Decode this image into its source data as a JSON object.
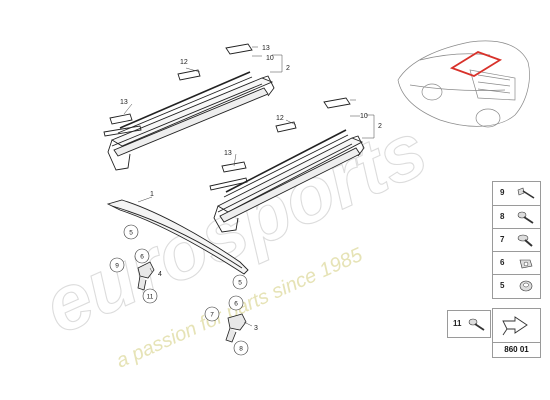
{
  "watermark": {
    "brand": "eurosports",
    "tagline": "a passion for parts since 1985"
  },
  "callouts": {
    "rail_upper": {
      "c13": "13",
      "c12": "12",
      "c10": "10",
      "c2": "2",
      "c13b": "13"
    },
    "rail_lower": {
      "c12": "12",
      "c10": "10",
      "c2": "2",
      "c13": "13"
    },
    "roof_strip": {
      "c1": "1"
    },
    "bracket_left": {
      "c4": "4"
    },
    "bracket_right": {
      "c3": "3"
    },
    "circles": {
      "a5": "5",
      "a6": "6",
      "a9": "9",
      "a11": "11",
      "b5": "5",
      "b6": "6",
      "b7": "7",
      "b8": "8"
    }
  },
  "legend": {
    "items": [
      {
        "num": "9",
        "icon": "screw-icon"
      },
      {
        "num": "8",
        "icon": "bolt-icon"
      },
      {
        "num": "7",
        "icon": "flat-bolt-icon"
      },
      {
        "num": "6",
        "icon": "clip-nut-icon"
      },
      {
        "num": "5",
        "icon": "round-nut-icon"
      }
    ],
    "extra": {
      "num": "11",
      "icon": "bolt-icon"
    }
  },
  "part_ref": {
    "code": "860 01"
  },
  "colors": {
    "highlight": "#d8312a",
    "line": "#222222",
    "watermark": "#dcdcdc"
  }
}
